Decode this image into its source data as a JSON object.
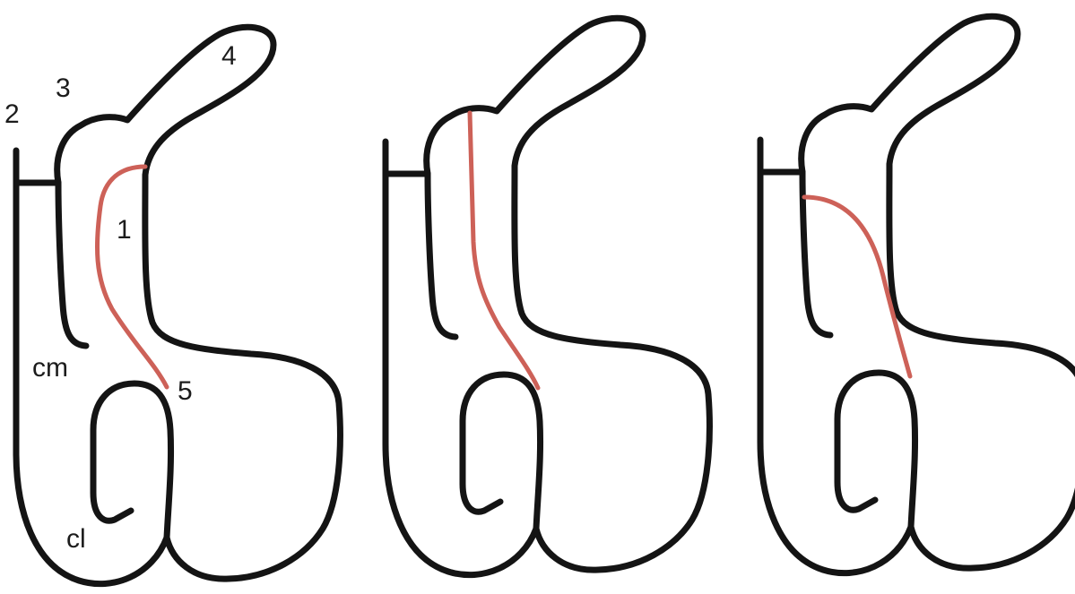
{
  "diagram": {
    "labels": {
      "l1": "1",
      "l2": "2",
      "l3": "3",
      "l4": "4",
      "l5": "5",
      "cm": "cm",
      "cl": "cl"
    },
    "colors": {
      "outline": "#141414",
      "cut_line": "#cd6158",
      "background": "#ffffff"
    }
  }
}
